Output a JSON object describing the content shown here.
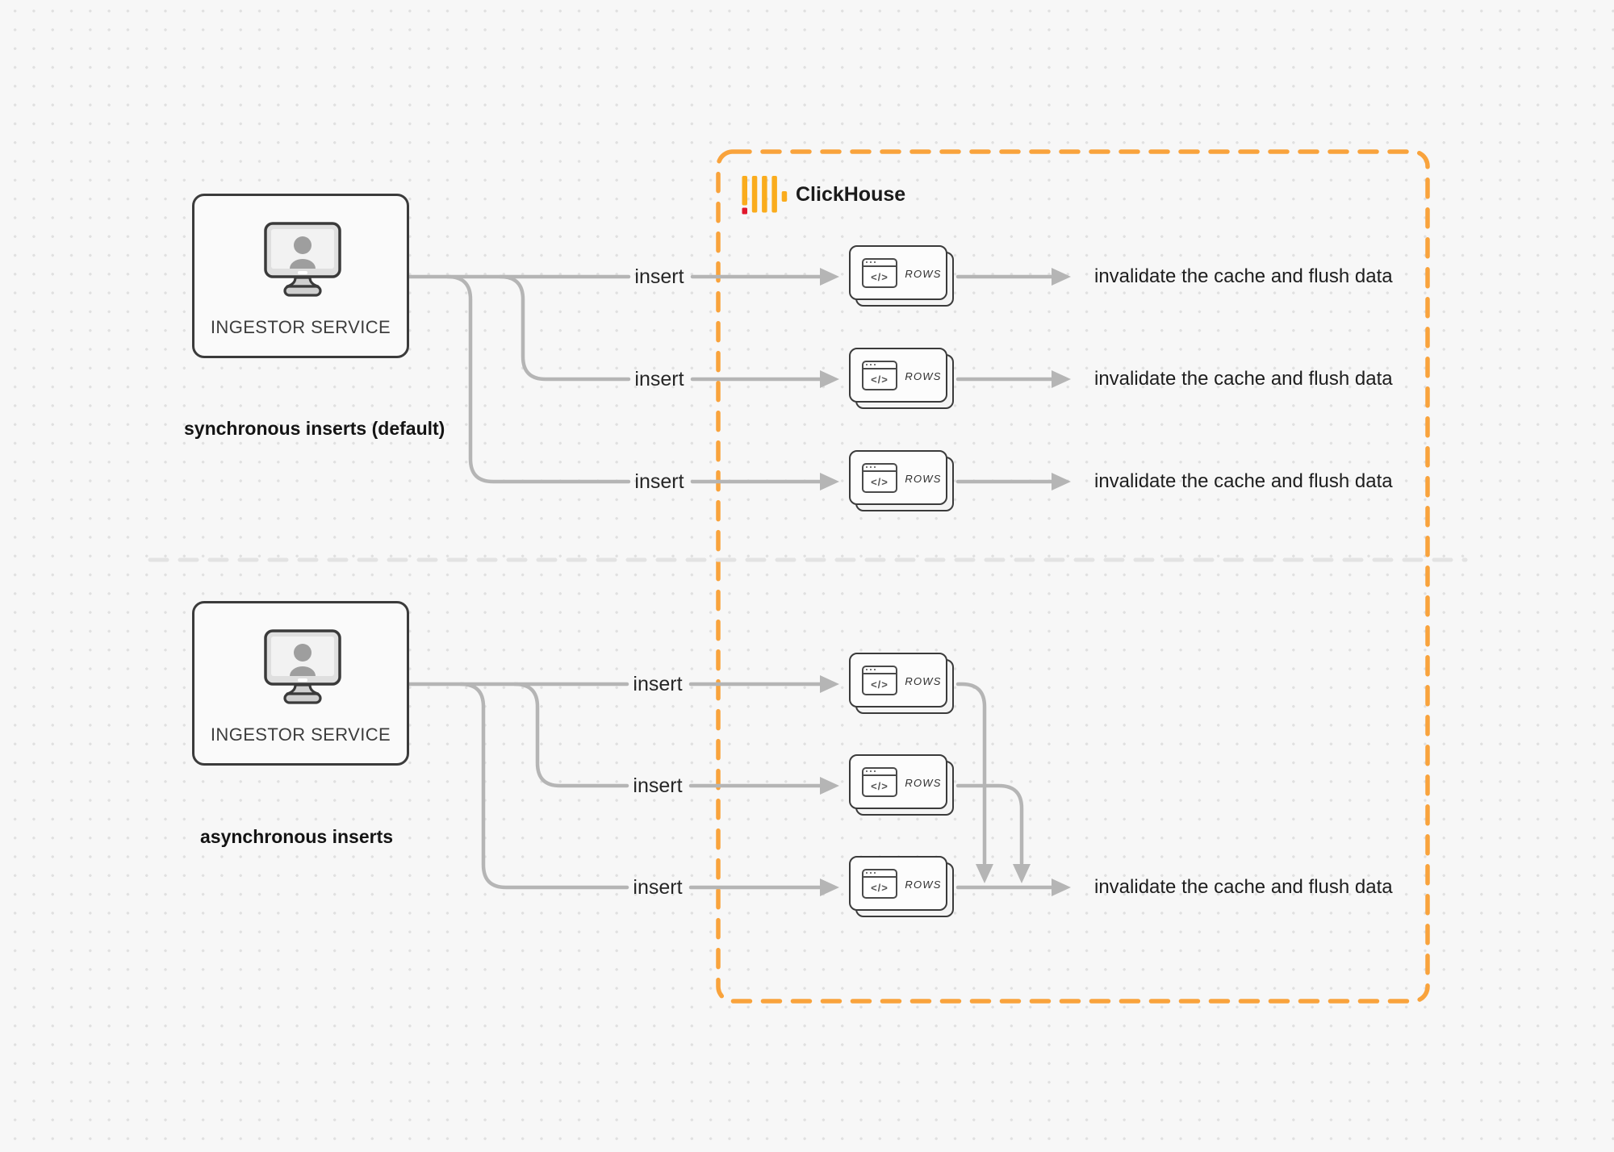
{
  "diagram": {
    "clickhouse": {
      "label": "ClickHouse"
    },
    "labels": {
      "insert": "insert",
      "invalidate": "invalidate the cache and flush data",
      "rows": "ROWS",
      "code_glyph": "</>"
    },
    "sync_section": {
      "service_label": "INGESTOR SERVICE",
      "caption": "synchronous inserts (default)"
    },
    "async_section": {
      "service_label": "INGESTOR SERVICE",
      "caption": "asynchronous inserts"
    },
    "colors": {
      "accent_orange": "#F9A33C",
      "logo_yellow": "#FAAC1D",
      "logo_red": "#E1182C",
      "connector_gray": "#B5B5B5",
      "divider_gray": "#E3E3E3"
    }
  }
}
